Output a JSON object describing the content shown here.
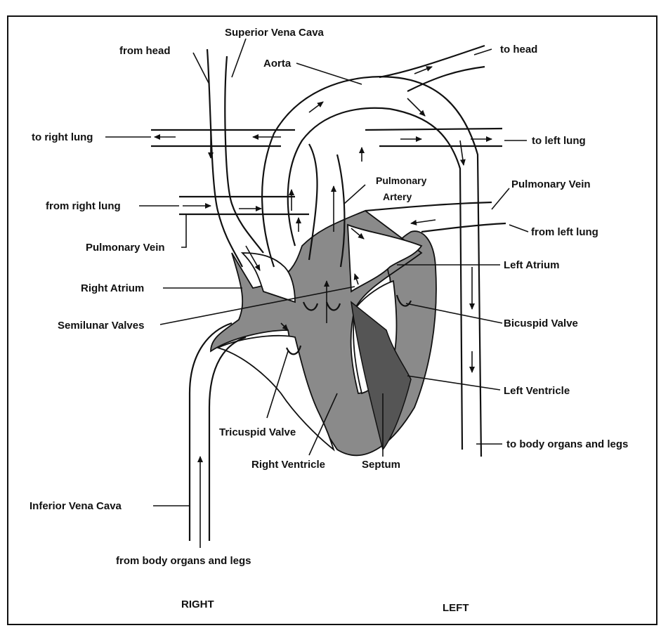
{
  "header_fragment": "",
  "labels": {
    "superior_vena_cava": "Superior Vena Cava",
    "from_head": "from head",
    "aorta": "Aorta",
    "to_head": "to head",
    "to_right_lung": "to right lung",
    "to_left_lung": "to left lung",
    "pulmonary_artery_1": "Pulmonary",
    "pulmonary_artery_2": "Artery",
    "pulmonary_vein_right": "Pulmonary Vein",
    "pulmonary_vein_left": "Pulmonary Vein",
    "from_right_lung": "from right lung",
    "from_left_lung": "from left lung",
    "left_atrium": "Left Atrium",
    "right_atrium": "Right Atrium",
    "semilunar_valves": "Semilunar Valves",
    "bicuspid_valve": "Bicuspid Valve",
    "left_ventricle": "Left Ventricle",
    "tricuspid_valve": "Tricuspid Valve",
    "to_body": "to body organs and legs",
    "right_ventricle": "Right Ventricle",
    "septum": "Septum",
    "inferior_vena_cava": "Inferior Vena Cava",
    "from_body": "from body organs and legs",
    "right": "RIGHT",
    "left": "LEFT"
  },
  "colors": {
    "tissue": "#8a8a8a",
    "ink": "#111111",
    "background": "#ffffff"
  }
}
